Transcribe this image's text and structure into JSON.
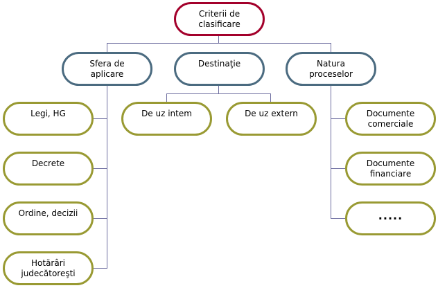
{
  "root": {
    "line1": "Criterii de",
    "line2": "clasificare"
  },
  "categories": [
    {
      "line1": "Sfera de",
      "line2": "aplicare"
    },
    {
      "line1": "Destinaţie",
      "line2": ""
    },
    {
      "line1": "Natura",
      "line2": "proceselor"
    }
  ],
  "sfera_children": [
    {
      "line1": "Legi, HG",
      "line2": ""
    },
    {
      "line1": "Decrete",
      "line2": ""
    },
    {
      "line1": "Ordine, decizii",
      "line2": ""
    },
    {
      "line1": "Hotărâri",
      "line2": "judecătoreşti"
    }
  ],
  "destinatie_children": [
    {
      "line1": "De uz intem",
      "line2": ""
    },
    {
      "line1": "De uz extern",
      "line2": ""
    }
  ],
  "natura_children": [
    {
      "line1": "Documente",
      "line2": "comerciale"
    },
    {
      "line1": "Documente",
      "line2": "financiare"
    },
    {
      "line1": ".....",
      "line2": ""
    }
  ],
  "colors": {
    "root": "#a3002b",
    "category": "#4b6b80",
    "leaf": "#999a33",
    "connector": "#6b6b9e"
  }
}
